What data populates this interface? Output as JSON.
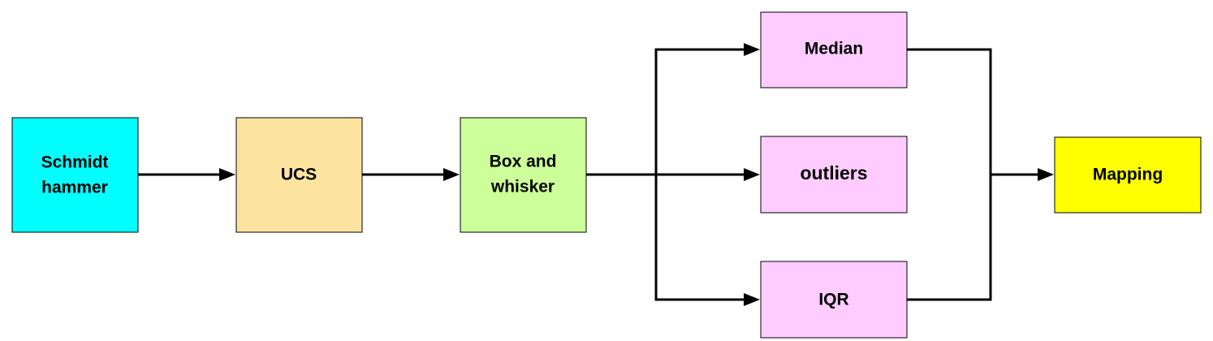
{
  "colors": {
    "schmidt_hammer": "#00FFFF",
    "ucs": "#FCE4A0",
    "box_and_whisker": "#CCFF99",
    "outputs": "#FFCCFF",
    "mapping": "#FFFF00",
    "connector": "#000000"
  },
  "nodes": {
    "schmidt_hammer": {
      "line1": "Schmidt",
      "line2": "hammer"
    },
    "ucs": {
      "label": "UCS"
    },
    "box_and_whisker": {
      "line1": "Box and",
      "line2": "whisker"
    },
    "median": {
      "label": "Median"
    },
    "outliers": {
      "label": "outliers"
    },
    "iqr": {
      "label": "IQR"
    },
    "mapping": {
      "label": "Mapping"
    }
  },
  "edges": [
    {
      "from": "schmidt_hammer",
      "to": "ucs"
    },
    {
      "from": "ucs",
      "to": "box_and_whisker"
    },
    {
      "from": "box_and_whisker",
      "to": "median"
    },
    {
      "from": "box_and_whisker",
      "to": "outliers"
    },
    {
      "from": "box_and_whisker",
      "to": "iqr"
    },
    {
      "from": "median",
      "to": "mapping"
    },
    {
      "from": "iqr",
      "to": "mapping"
    }
  ]
}
